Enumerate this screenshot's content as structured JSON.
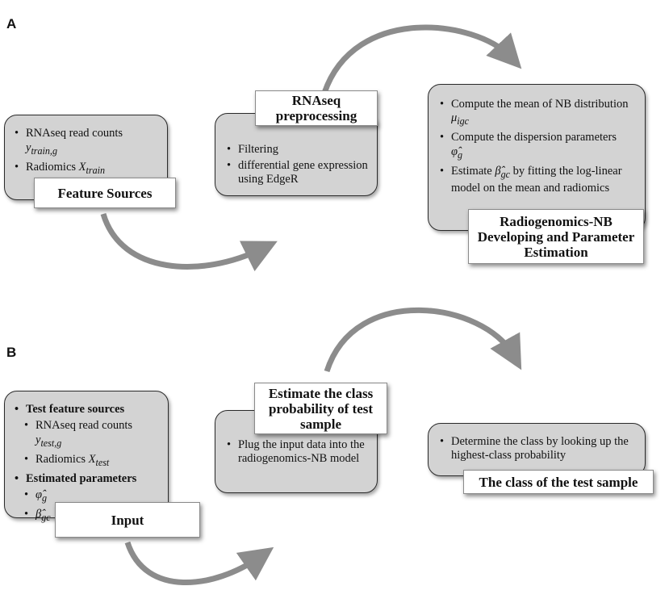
{
  "panel_a": {
    "letter": "A",
    "feature_sources": {
      "items": [
        "RNAseq read counts",
        "Radiomics"
      ],
      "math_y": "y",
      "math_y_sub": "train,g",
      "math_x": "X",
      "math_x_sub": "train",
      "label": "Feature Sources"
    },
    "preprocessing": {
      "items": [
        "Filtering",
        "differential gene expression using EdgeR"
      ],
      "label_line1": "RNAseq",
      "label_line2": "preprocessing"
    },
    "estimation": {
      "items": [
        "Compute the mean of NB distribution",
        "Compute the dispersion parameters",
        "Estimate",
        "by fitting the log-linear model on the mean and radiomics"
      ],
      "math_mu": "μ",
      "math_mu_sub": "igc",
      "math_phi": "φ̂",
      "math_phi_sub": "g",
      "math_beta": "β̂",
      "math_beta_sub": "gc",
      "label_line1": "Radiogenomics-NB",
      "label_line2": "Developing and Parameter",
      "label_line3": "Estimation"
    }
  },
  "panel_b": {
    "letter": "B",
    "input": {
      "heading1": "Test feature sources",
      "sub1": "RNAseq read counts",
      "math_y": "y",
      "math_y_sub": "test,g",
      "sub2": "Radiomics",
      "math_x": "X",
      "math_x_sub": "test",
      "heading2": "Estimated parameters",
      "math_phi": "φ̂",
      "math_phi_sub": "g",
      "math_beta": "β̂",
      "math_beta_sub": "gc",
      "label": "Input"
    },
    "class_probability": {
      "items": [
        "Plug the input data into the radiogenomics-NB model"
      ],
      "label_line1": "Estimate the class",
      "label_line2": "probability of test",
      "label_line3": "sample"
    },
    "class_result": {
      "items": [
        "Determine the class by looking up the highest-class probability"
      ],
      "label": "The class of the test sample"
    }
  },
  "colors": {
    "box_fill": "#d3d3d3",
    "box_border": "#2a2a2a",
    "arrow": "#8c8c8c",
    "label_fill": "#ffffff"
  }
}
